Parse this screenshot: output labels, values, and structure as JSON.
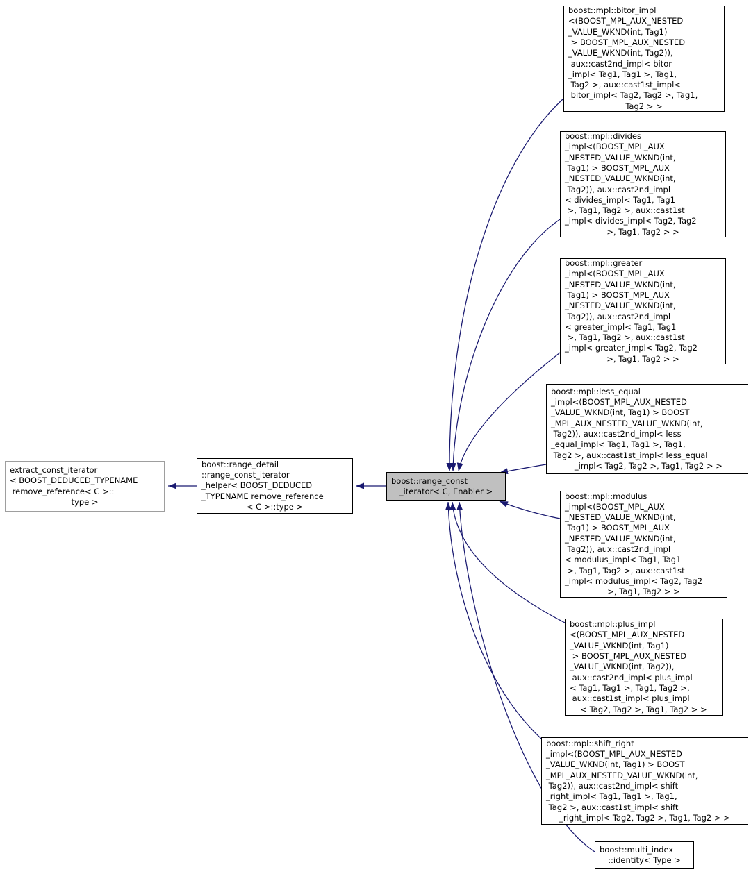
{
  "diagram": {
    "kind": "doxygen-class-graph",
    "edge_color": "#191970",
    "current_node_fill": "#c0c0c0",
    "nodes": {
      "extract": {
        "label": "extract_const_iterator< BOOST_DEDUCED_TYPENAME remove_reference< C >::type >",
        "lines": [
          "extract_const_iterator",
          "< BOOST_DEDUCED_TYPENAME",
          " remove_reference< C >::",
          "type >"
        ]
      },
      "helper": {
        "label": "boost::range_detail::range_const_iterator_helper< BOOST_DEDUCED_TYPENAME remove_reference< C >::type >",
        "lines": [
          "boost::range_detail",
          "::range_const_iterator",
          "_helper< BOOST_DEDUCED",
          "_TYPENAME remove_reference",
          "< C >::type >"
        ]
      },
      "center": {
        "label": "boost::range_const_iterator< C, Enabler >",
        "lines": [
          "boost::range_const",
          "_iterator< C, Enabler >"
        ]
      },
      "bitor": {
        "label": "boost::mpl::bitor_impl",
        "lines": [
          "boost::mpl::bitor_impl",
          "<(BOOST_MPL_AUX_NESTED",
          "_VALUE_WKND(int, Tag1)",
          " > BOOST_MPL_AUX_NESTED",
          "_VALUE_WKND(int, Tag2)),",
          " aux::cast2nd_impl< bitor",
          "_impl< Tag1, Tag1 >, Tag1,",
          " Tag2 >, aux::cast1st_impl<",
          " bitor_impl< Tag2, Tag2 >, Tag1,",
          "Tag2 > >"
        ]
      },
      "divides": {
        "label": "boost::mpl::divides_impl",
        "lines": [
          "boost::mpl::divides",
          "_impl<(BOOST_MPL_AUX",
          "_NESTED_VALUE_WKND(int,",
          " Tag1) > BOOST_MPL_AUX",
          "_NESTED_VALUE_WKND(int,",
          " Tag2)), aux::cast2nd_impl",
          "< divides_impl< Tag1, Tag1",
          " >, Tag1, Tag2 >, aux::cast1st",
          "_impl< divides_impl< Tag2, Tag2",
          ">, Tag1, Tag2 > >"
        ]
      },
      "greater": {
        "label": "boost::mpl::greater_impl",
        "lines": [
          "boost::mpl::greater",
          "_impl<(BOOST_MPL_AUX",
          "_NESTED_VALUE_WKND(int,",
          " Tag1) > BOOST_MPL_AUX",
          "_NESTED_VALUE_WKND(int,",
          " Tag2)), aux::cast2nd_impl",
          "< greater_impl< Tag1, Tag1",
          " >, Tag1, Tag2 >, aux::cast1st",
          "_impl< greater_impl< Tag2, Tag2",
          ">, Tag1, Tag2 > >"
        ]
      },
      "less_equal": {
        "label": "boost::mpl::less_equal_impl",
        "lines": [
          "boost::mpl::less_equal",
          "_impl<(BOOST_MPL_AUX_NESTED",
          "_VALUE_WKND(int, Tag1) > BOOST",
          "_MPL_AUX_NESTED_VALUE_WKND(int,",
          " Tag2)), aux::cast2nd_impl< less",
          "_equal_impl< Tag1, Tag1 >, Tag1,",
          " Tag2 >, aux::cast1st_impl< less_equal",
          " _impl< Tag2, Tag2 >, Tag1, Tag2 > >"
        ]
      },
      "modulus": {
        "label": "boost::mpl::modulus_impl",
        "lines": [
          "boost::mpl::modulus",
          "_impl<(BOOST_MPL_AUX",
          "_NESTED_VALUE_WKND(int,",
          " Tag1) > BOOST_MPL_AUX",
          "_NESTED_VALUE_WKND(int,",
          " Tag2)), aux::cast2nd_impl",
          "< modulus_impl< Tag1, Tag1",
          " >, Tag1, Tag2 >, aux::cast1st",
          "_impl< modulus_impl< Tag2, Tag2",
          ">, Tag1, Tag2 > >"
        ]
      },
      "plus": {
        "label": "boost::mpl::plus_impl",
        "lines": [
          "boost::mpl::plus_impl",
          "<(BOOST_MPL_AUX_NESTED",
          "_VALUE_WKND(int, Tag1)",
          " > BOOST_MPL_AUX_NESTED",
          "_VALUE_WKND(int, Tag2)),",
          " aux::cast2nd_impl< plus_impl",
          "< Tag1, Tag1 >, Tag1, Tag2 >,",
          " aux::cast1st_impl< plus_impl",
          "< Tag2, Tag2 >, Tag1, Tag2 > >"
        ]
      },
      "shift_right": {
        "label": "boost::mpl::shift_right_impl",
        "lines": [
          "boost::mpl::shift_right",
          "_impl<(BOOST_MPL_AUX_NESTED",
          "_VALUE_WKND(int, Tag1) > BOOST",
          "_MPL_AUX_NESTED_VALUE_WKND(int,",
          " Tag2)), aux::cast2nd_impl< shift",
          "_right_impl< Tag1, Tag1 >, Tag1,",
          " Tag2 >, aux::cast1st_impl< shift",
          "_right_impl< Tag2, Tag2 >, Tag1, Tag2 > >"
        ]
      },
      "identity": {
        "label": "boost::multi_index::identity< Type >",
        "lines": [
          "boost::multi_index",
          "::identity< Type >"
        ]
      }
    },
    "edges": [
      {
        "from": "helper",
        "to": "extract"
      },
      {
        "from": "center",
        "to": "helper"
      },
      {
        "from": "bitor",
        "to": "center"
      },
      {
        "from": "divides",
        "to": "center"
      },
      {
        "from": "greater",
        "to": "center"
      },
      {
        "from": "less_equal",
        "to": "center"
      },
      {
        "from": "modulus",
        "to": "center"
      },
      {
        "from": "plus",
        "to": "center"
      },
      {
        "from": "shift_right",
        "to": "center"
      },
      {
        "from": "identity",
        "to": "center"
      }
    ]
  }
}
